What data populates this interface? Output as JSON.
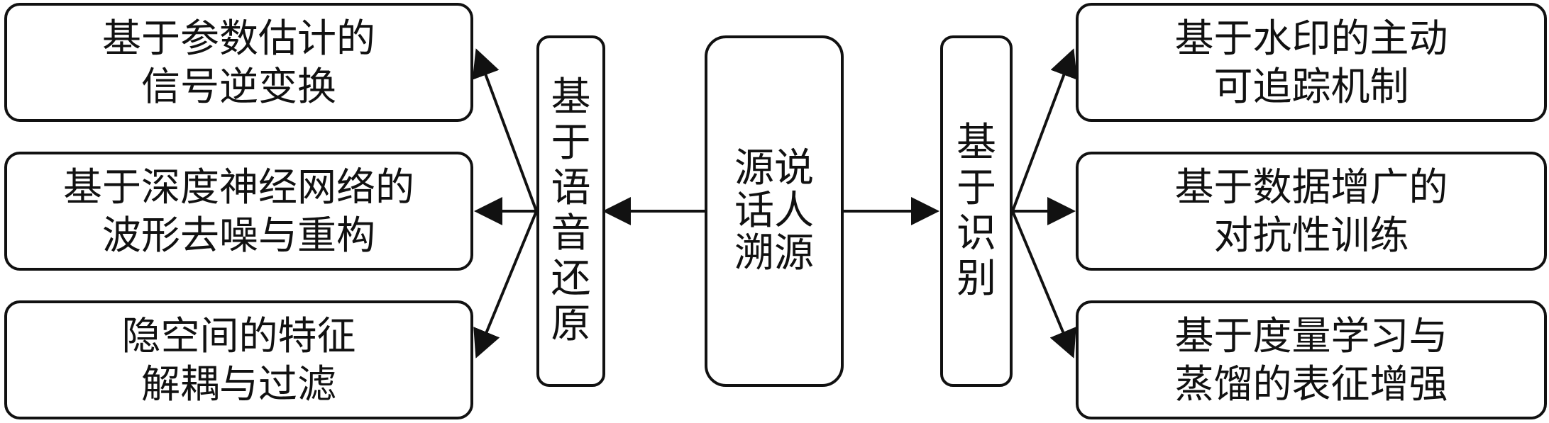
{
  "center": {
    "label": "源说话人溯源"
  },
  "left_branch": {
    "label": "基于语音还原",
    "items": [
      {
        "line1": "基于参数估计的",
        "line2": "信号逆变换"
      },
      {
        "line1": "基于深度神经网络的",
        "line2": "波形去噪与重构"
      },
      {
        "line1": "隐空间的特征",
        "line2": "解耦与过滤"
      }
    ]
  },
  "right_branch": {
    "label": "基于识别",
    "items": [
      {
        "line1": "基于水印的主动",
        "line2": "可追踪机制"
      },
      {
        "line1": "基于数据增广的",
        "line2": "对抗性训练"
      },
      {
        "line1": "基于度量学习与",
        "line2": "蒸馏的表征增强"
      }
    ]
  }
}
